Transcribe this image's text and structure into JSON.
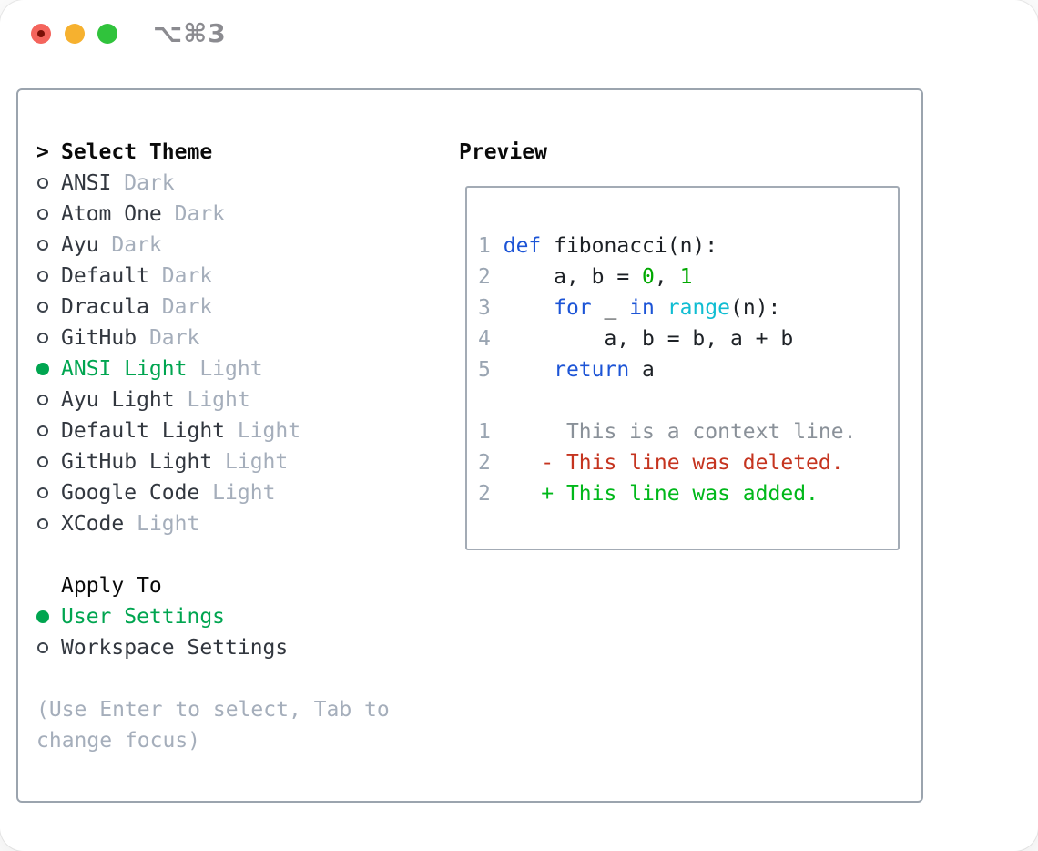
{
  "titlebar": {
    "shortcut": "⌥⌘3"
  },
  "theme_list": {
    "prompt": ">",
    "header": "Select Theme",
    "items": [
      {
        "name": "ANSI",
        "tag": "Dark",
        "selected": false
      },
      {
        "name": "Atom One",
        "tag": "Dark",
        "selected": false
      },
      {
        "name": "Ayu",
        "tag": "Dark",
        "selected": false
      },
      {
        "name": "Default",
        "tag": "Dark",
        "selected": false
      },
      {
        "name": "Dracula",
        "tag": "Dark",
        "selected": false
      },
      {
        "name": "GitHub",
        "tag": "Dark",
        "selected": false
      },
      {
        "name": "ANSI Light",
        "tag": "Light",
        "selected": true
      },
      {
        "name": "Ayu Light",
        "tag": "Light",
        "selected": false
      },
      {
        "name": "Default Light",
        "tag": "Light",
        "selected": false
      },
      {
        "name": "GitHub Light",
        "tag": "Light",
        "selected": false
      },
      {
        "name": "Google Code",
        "tag": "Light",
        "selected": false
      },
      {
        "name": "XCode",
        "tag": "Light",
        "selected": false
      }
    ]
  },
  "apply_to": {
    "header": "Apply To",
    "options": [
      {
        "name": "User Settings",
        "selected": true
      },
      {
        "name": "Workspace Settings",
        "selected": false
      }
    ]
  },
  "hint": {
    "line1": "(Use Enter to select, Tab to",
    "line2": "change focus)"
  },
  "preview": {
    "header": "Preview",
    "lines": [
      {
        "num": "1",
        "tokens": [
          {
            "t": " ",
            "c": "plain"
          },
          {
            "t": "def",
            "c": "keyword"
          },
          {
            "t": " fibonacci(n):",
            "c": "plain"
          }
        ]
      },
      {
        "num": "2",
        "tokens": [
          {
            "t": "     a, b = ",
            "c": "plain"
          },
          {
            "t": "0",
            "c": "number"
          },
          {
            "t": ", ",
            "c": "plain"
          },
          {
            "t": "1",
            "c": "number"
          }
        ]
      },
      {
        "num": "3",
        "tokens": [
          {
            "t": "     ",
            "c": "plain"
          },
          {
            "t": "for",
            "c": "keyword"
          },
          {
            "t": " _ ",
            "c": "plain"
          },
          {
            "t": "in",
            "c": "keyword"
          },
          {
            "t": " ",
            "c": "plain"
          },
          {
            "t": "range",
            "c": "builtin"
          },
          {
            "t": "(n):",
            "c": "plain"
          }
        ]
      },
      {
        "num": "4",
        "tokens": [
          {
            "t": "         a, b = b, a + b",
            "c": "plain"
          }
        ]
      },
      {
        "num": "5",
        "tokens": [
          {
            "t": "     ",
            "c": "plain"
          },
          {
            "t": "return",
            "c": "keyword"
          },
          {
            "t": " a",
            "c": "plain"
          }
        ]
      },
      {
        "num": "",
        "tokens": []
      },
      {
        "num": "1",
        "tokens": [
          {
            "t": "      This is a context line.",
            "c": "diffContext"
          }
        ]
      },
      {
        "num": "2",
        "tokens": [
          {
            "t": "    - This line was deleted.",
            "c": "diffDeleted"
          }
        ]
      },
      {
        "num": "2",
        "tokens": [
          {
            "t": "    + This line was added.",
            "c": "diffAdded"
          }
        ]
      }
    ]
  },
  "colors": {
    "selectedGreen": "#00a550",
    "itemName": "#32373f",
    "tagGray": "#a5aebb",
    "hintGray": "#a5aebb",
    "headerBlack": "#0a0a0a",
    "lineNumber": "#9aa5b2",
    "syntax": {
      "plain": "#1d2126",
      "keyword": "#1c54d6",
      "builtin": "#10bdd2",
      "number": "#00a800",
      "diffContext": "#8a9199",
      "diffDeleted": "#c5341f",
      "diffAdded": "#00b81a"
    },
    "trafficRed": "#f4645c",
    "trafficRedDot": "#7b1006",
    "trafficYellow": "#f6b12f",
    "trafficGreen": "#30c33c",
    "shortcutGray": "#8b8b90"
  }
}
